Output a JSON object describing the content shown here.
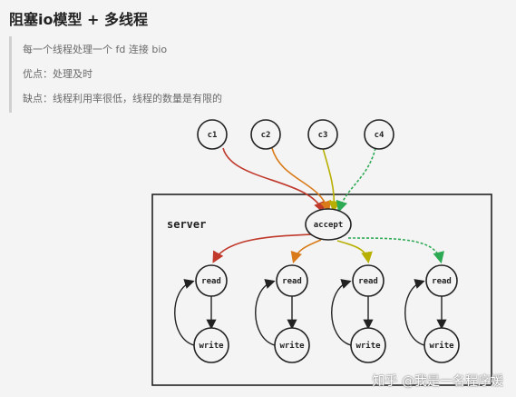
{
  "header": {
    "title": "阻塞io模型 + 多线程"
  },
  "notes": [
    "每一个线程处理一个 fd 连接 bio",
    "优点：处理及时",
    "缺点：线程利用率很低，线程的数量是有限的"
  ],
  "diagram": {
    "clients": [
      "c1",
      "c2",
      "c3",
      "c4"
    ],
    "server_label": "server",
    "accept_label": "accept",
    "workers": [
      {
        "read": "read",
        "write": "write"
      },
      {
        "read": "read",
        "write": "write"
      },
      {
        "read": "read",
        "write": "write"
      },
      {
        "read": "read",
        "write": "write"
      }
    ],
    "colors": {
      "c1_edge": "#c0392b",
      "c2_edge": "#d97b1a",
      "c3_edge": "#b8b000",
      "c4_edge": "#2eaa55"
    }
  },
  "watermark": "知乎 @我是一名程序媛"
}
